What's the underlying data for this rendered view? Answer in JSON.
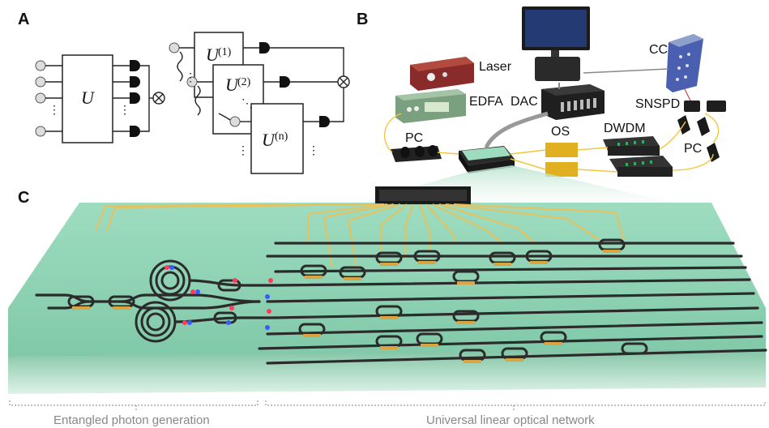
{
  "panels": {
    "a": {
      "label": "A",
      "unitary": "U",
      "u1": "U",
      "u1_sup": "(1)",
      "u2": "U",
      "u2_sup": "(2)",
      "un": "U",
      "un_sup": "(n)"
    },
    "b": {
      "label": "B",
      "devices": {
        "laser": "Laser",
        "edfa": "EDFA",
        "dac": "DAC",
        "cc": "CC",
        "snspd": "SNSPD",
        "pc_left": "PC",
        "os": "OS",
        "dwdm": "DWDM",
        "pc_right": "PC"
      }
    },
    "c": {
      "label": "C",
      "caption_left": "Entangled photon generation",
      "caption_right": "Universal linear optical network"
    }
  },
  "colors": {
    "chip": "#8fd3b4",
    "chip_edge": "#6ab393",
    "electrode": "#e8c15a",
    "waveguide": "#2b2b2b",
    "photon_red": "#ff3b5c",
    "photon_blue": "#3a5bff"
  }
}
